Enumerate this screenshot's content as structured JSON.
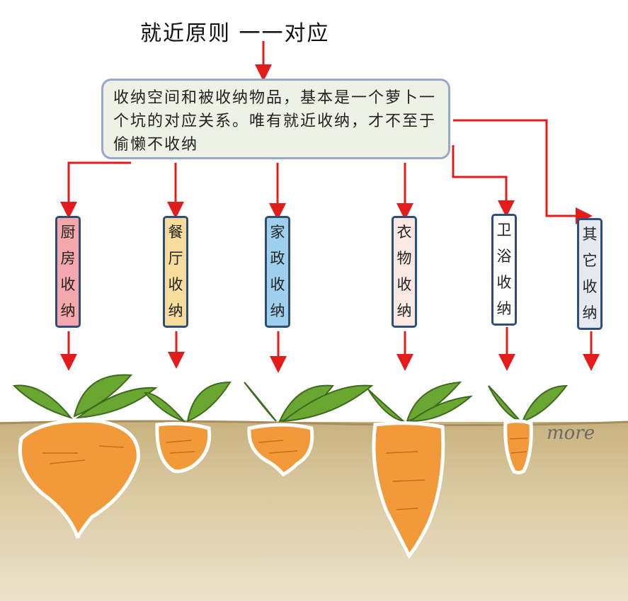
{
  "title": "就近原则 一一对应",
  "main_text": "收纳空间和被收纳物品，基本是一个萝卜一个坑的对应关系。唯有就近收纳，才不至于偷懒不收纳",
  "categories": [
    {
      "label": "厨房收纳",
      "color": "#f4a8ab"
    },
    {
      "label": "餐厅收纳",
      "color": "#f8dc9c"
    },
    {
      "label": "家政收纳",
      "color": "#9ed0ee"
    },
    {
      "label": "衣物收纳",
      "color": "#fae9e3"
    },
    {
      "label": "卫浴收纳",
      "color": "#ffffff"
    },
    {
      "label": "其它收纳",
      "color": "#e6eaf0"
    }
  ],
  "ground_label": "more",
  "colors": {
    "arrow": "#e31b1b",
    "carrot": "#f29a3a",
    "leaf": "#5e9a2b",
    "soil": "#d8c9a2"
  }
}
